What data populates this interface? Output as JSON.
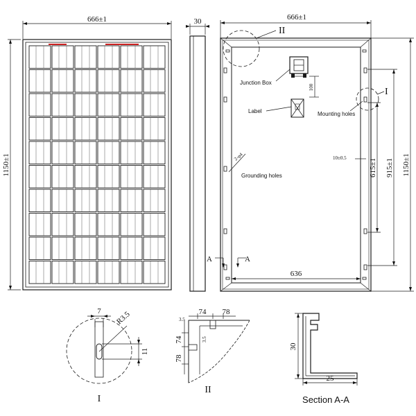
{
  "front": {
    "width_label": "666±1",
    "height_label": "1150±1"
  },
  "side": {
    "thickness_label": "30"
  },
  "back": {
    "width_label": "666±1",
    "height_label": "1150±1",
    "detail_II_label": "II",
    "detail_I_label": "I",
    "junction_box_label": "Junction Box",
    "label_label": "Label",
    "mounting_holes_label": "Mounting holes",
    "grounding_holes_label": "Grounding holes",
    "grounding_hole_spec": "2-φ4",
    "dim_100": "100",
    "dim_10": "10±0.5",
    "dim_615": "615±1",
    "dim_915": "915±1",
    "dim_636": "636",
    "section_mark_left": "A",
    "section_mark_right": "A"
  },
  "detail_I": {
    "dim_7": "7",
    "dim_radius": "R3.5",
    "dim_11": "11",
    "caption": "I"
  },
  "detail_II": {
    "dim_74_top": "74",
    "dim_78_top": "78",
    "dim_74_side": "74",
    "dim_78_side": "78",
    "small_dim_top": "3.5",
    "small_dim_side": "3.5",
    "caption": "II"
  },
  "section": {
    "dim_30": "30",
    "dim_25": "25",
    "caption": "Section A-A"
  }
}
